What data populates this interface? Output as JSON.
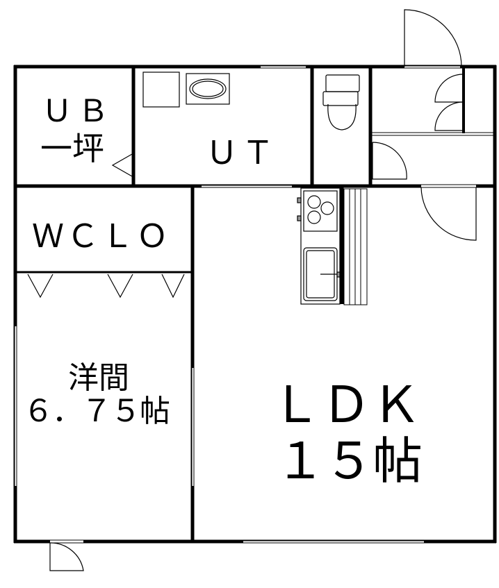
{
  "rooms": {
    "ub": {
      "name": "ＵＢ",
      "size": "一坪"
    },
    "ut": {
      "name": "ＵＴ"
    },
    "wclo": {
      "name": "ＷＣＬＯ"
    },
    "western": {
      "name": "洋間",
      "size": "６．７５帖"
    },
    "ldk": {
      "name": "ＬＤＫ",
      "size": "１５帖"
    }
  },
  "colors": {
    "wall": "#000000",
    "fixture_gray": "#999999"
  }
}
